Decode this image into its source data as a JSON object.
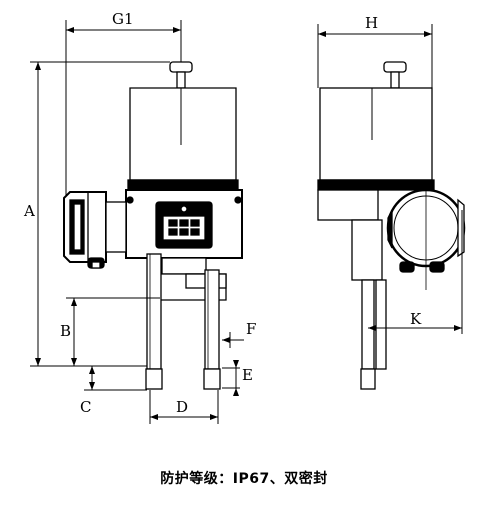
{
  "labels": {
    "G1": "G1",
    "H": "H",
    "A": "A",
    "B": "B",
    "C": "C",
    "D": "D",
    "E": "E",
    "F": "F",
    "K": "K"
  },
  "caption": "防护等级：IP67、双密封",
  "colors": {
    "body_fill": "#000000",
    "line": "#000000",
    "screen": "#000000"
  }
}
